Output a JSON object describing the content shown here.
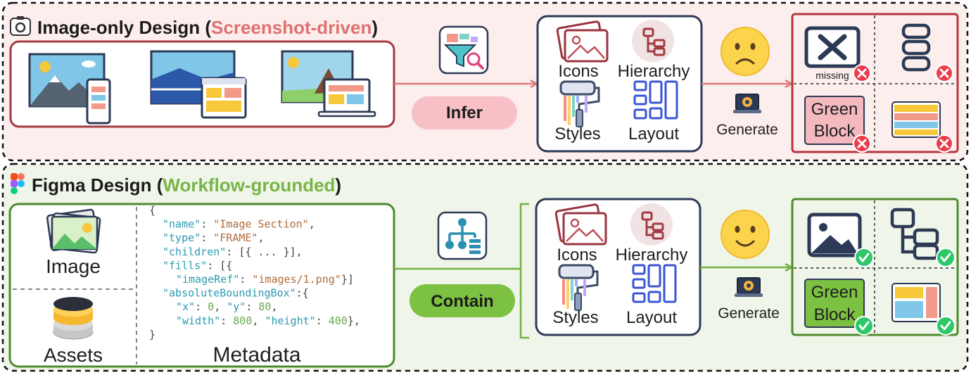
{
  "top": {
    "title": "Image-only Design",
    "subtitle": "Screenshot-driven",
    "action": "Infer",
    "features": {
      "icons": "Icons",
      "hierarchy": "Hierarchy",
      "styles": "Styles",
      "layout": "Layout"
    },
    "generate": "Generate",
    "results": {
      "missing": "missing",
      "block_line1": "Green",
      "block_line2": "Block"
    },
    "colors": {
      "accent": "#e07070",
      "border": "#b5343f",
      "bg": "#fdeeee",
      "button": "#f6c0c6"
    }
  },
  "bottom": {
    "title": "Figma Design",
    "subtitle": "Workflow-grounded",
    "action": "Contain",
    "inputs": {
      "image": "Image",
      "assets": "Assets",
      "metadata": "Metadata"
    },
    "code_lines": [
      [
        [
          "{",
          "p"
        ]
      ],
      [
        [
          "\"name\"",
          "k"
        ],
        [
          ": ",
          "p"
        ],
        [
          "\"Image Section\"",
          "s"
        ],
        [
          ",",
          "p"
        ]
      ],
      [
        [
          "\"type\"",
          "k"
        ],
        [
          ": ",
          "p"
        ],
        [
          "\"FRAME\"",
          "s"
        ],
        [
          ",",
          "p"
        ]
      ],
      [
        [
          "\"children\"",
          "k"
        ],
        [
          ": [{ ... }],",
          "p"
        ]
      ],
      [
        [
          "\"fills\"",
          "k"
        ],
        [
          ": [{",
          "p"
        ]
      ],
      [
        [
          "\"imageRef\"",
          "k"
        ],
        [
          ": ",
          "p"
        ],
        [
          "\"images/1.png\"",
          "s"
        ],
        [
          "}]",
          "p"
        ]
      ],
      [
        [
          "\"absoluteBoundingBox\"",
          "k"
        ],
        [
          ":{",
          "p"
        ]
      ],
      [
        [
          "\"x\"",
          "k"
        ],
        [
          ": ",
          "p"
        ],
        [
          "0",
          "n"
        ],
        [
          ", ",
          "p"
        ],
        [
          "\"y\"",
          "k"
        ],
        [
          ": ",
          "p"
        ],
        [
          "80",
          "n"
        ],
        [
          ",",
          "p"
        ]
      ],
      [
        [
          "\"width\"",
          "k"
        ],
        [
          ": ",
          "p"
        ],
        [
          "800",
          "n"
        ],
        [
          ", ",
          "p"
        ],
        [
          "\"height\"",
          "k"
        ],
        [
          ": ",
          "p"
        ],
        [
          "400",
          "n"
        ],
        [
          "},",
          "p"
        ]
      ],
      [
        [
          "}",
          "p"
        ]
      ]
    ],
    "features": {
      "icons": "Icons",
      "hierarchy": "Hierarchy",
      "styles": "Styles",
      "layout": "Layout"
    },
    "generate": "Generate",
    "results": {
      "block_line1": "Green",
      "block_line2": "Block"
    },
    "colors": {
      "accent": "#79b448",
      "border": "#4f8a2e",
      "bg": "#eff5e8",
      "button": "#7cc142"
    }
  },
  "code_colors": {
    "k": "#2b9bb0",
    "s": "#b06b3a",
    "n": "#6aa84f",
    "p": "#444444"
  }
}
